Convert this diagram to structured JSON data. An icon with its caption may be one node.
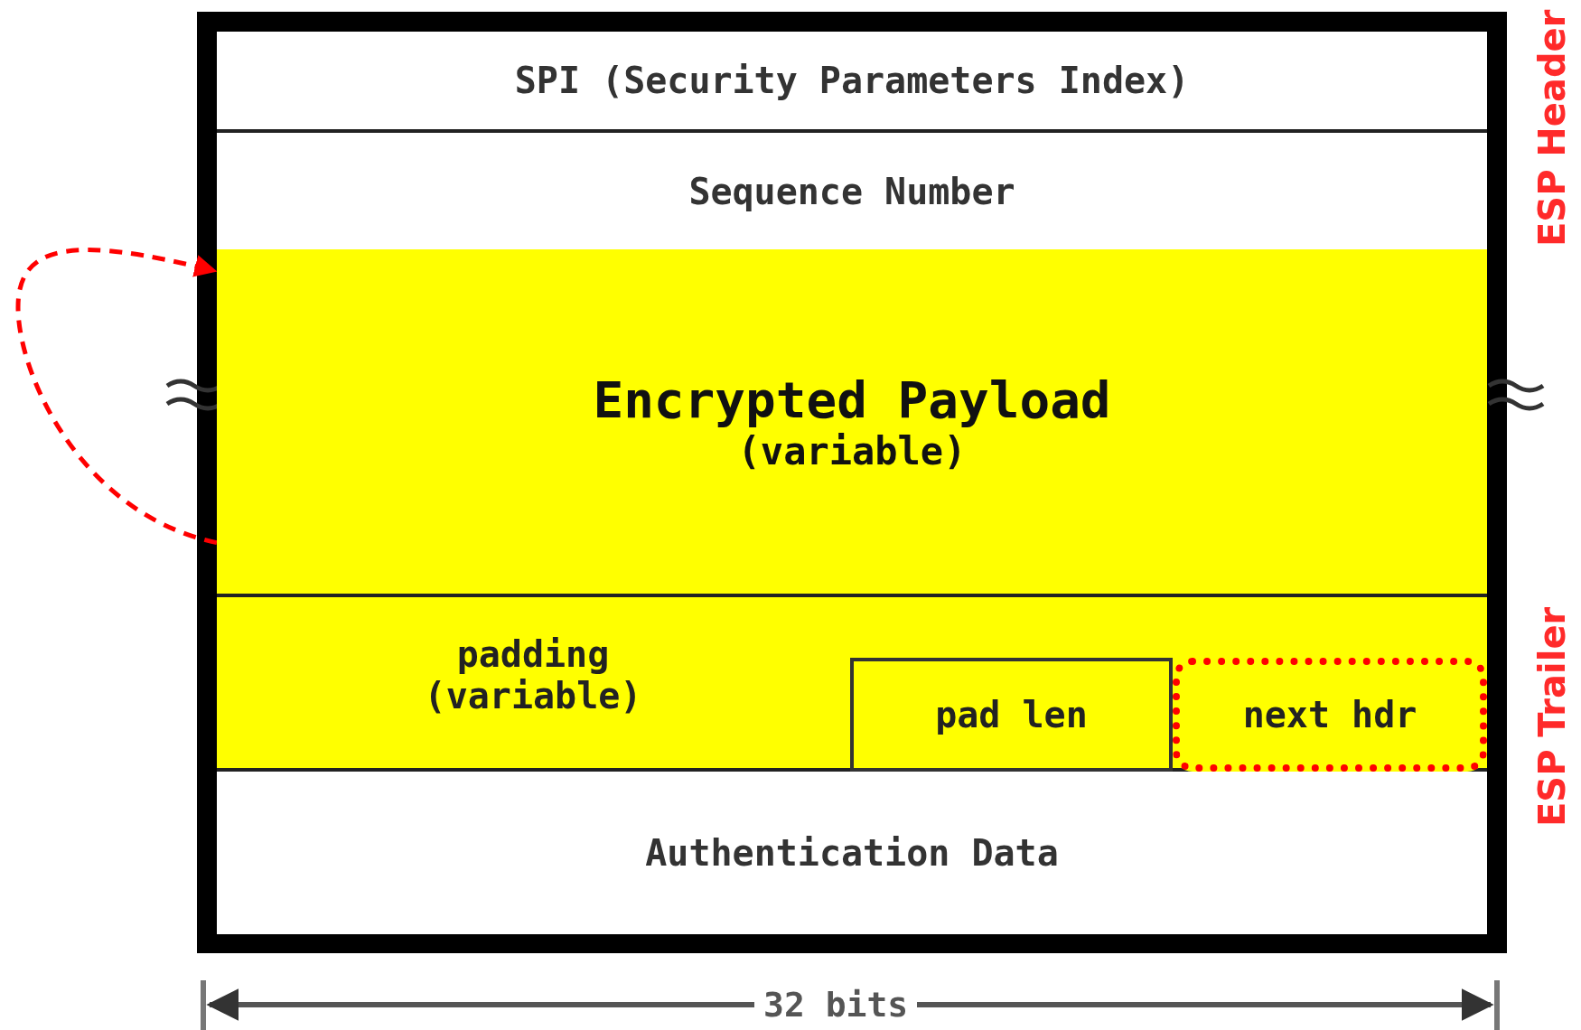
{
  "diagram": {
    "nodes": [
      {
        "text": [
          "SPI (Security Parameters Index)"
        ]
      },
      {
        "text": [
          "Sequence Number"
        ]
      },
      {
        "text": [
          "Encrypted Payload",
          "(variable)"
        ]
      },
      {
        "text": [
          "padding (variable)"
        ]
      },
      {
        "text": [
          "pad len"
        ],
        "in": 3
      },
      {
        "text": [
          "next hdr"
        ],
        "in": 3
      },
      {
        "text": [
          "Authentication Data"
        ]
      }
    ],
    "edges": [
      {
        "from": 5,
        "to": 2,
        "arrow": "to",
        "style": "dashed",
        "color": "#ff0000"
      }
    ],
    "labels": [
      "ESP Header",
      "ESP Trailer",
      "32 bits"
    ]
  }
}
